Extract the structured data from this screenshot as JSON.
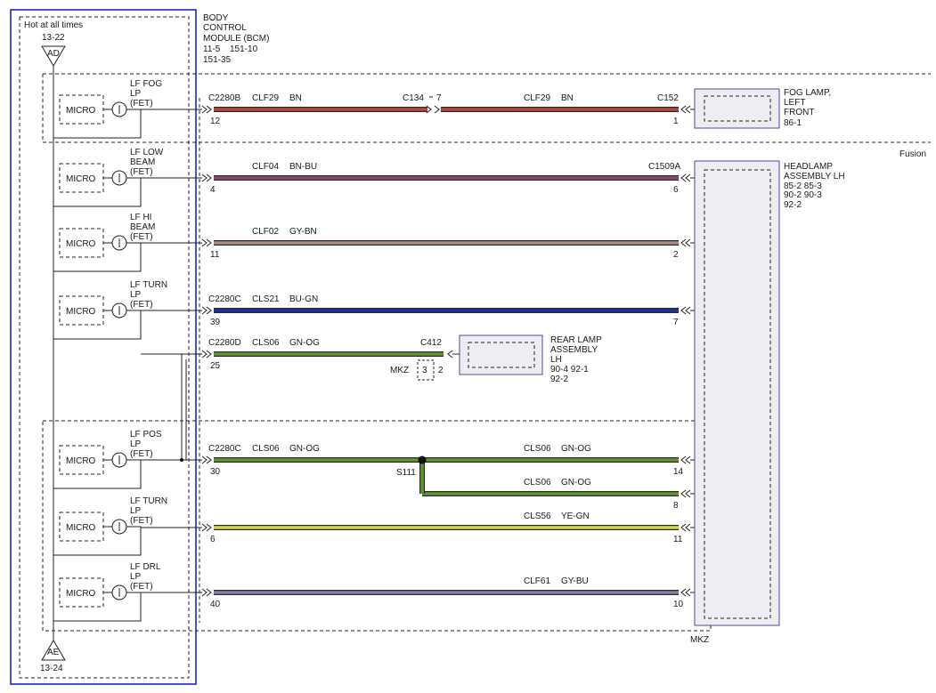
{
  "bcm": {
    "hot_label": "Hot at all times",
    "hot_ref_top": "13-22",
    "hot_ref_bottom": "13-24",
    "connector_top": "AD",
    "connector_bottom": "AE",
    "title_lines": [
      "BODY",
      "CONTROL",
      "MODULE (BCM)"
    ],
    "refs": [
      "11-5",
      "151-10",
      "151-35"
    ],
    "micro": "MICRO"
  },
  "drivers": [
    {
      "lines": [
        "LF FOG",
        "LP",
        "(FET)"
      ]
    },
    {
      "lines": [
        "LF LOW",
        "BEAM",
        "(FET)"
      ]
    },
    {
      "lines": [
        "LF HI",
        "BEAM",
        "(FET)"
      ]
    },
    {
      "lines": [
        "LF TURN",
        "LP",
        "(FET)"
      ]
    },
    {
      "lines": [
        "LF POS",
        "LP",
        "(FET)"
      ]
    },
    {
      "lines": [
        "LF TURN",
        "LP",
        "(FET)"
      ]
    },
    {
      "lines": [
        "LF DRL",
        "LP",
        "(FET)"
      ]
    }
  ],
  "circuits": [
    {
      "conn": "C2280B",
      "pin": "12",
      "code": "CLF29",
      "color_code": "BN",
      "far_conn": "C152",
      "far_pin": "1",
      "inline_conn": "C134",
      "inline_pin": "7",
      "code2": "CLF29",
      "color_code2": "BN",
      "wire_color": "#b5483f"
    },
    {
      "conn": "",
      "pin": "4",
      "code": "CLF04",
      "color_code": "BN-BU",
      "far_conn": "C1509A",
      "far_pin": "6",
      "wire_color": "#8a4a78"
    },
    {
      "conn": "",
      "pin": "11",
      "code": "CLF02",
      "color_code": "GY-BN",
      "far_conn": "",
      "far_pin": "2",
      "wire_color": "#b08a84"
    },
    {
      "conn": "C2280C",
      "pin": "39",
      "code": "CLS21",
      "color_code": "BU-GN",
      "far_conn": "",
      "far_pin": "7",
      "wire_color": "#1f2f9c"
    },
    {
      "conn": "C2280D",
      "pin": "25",
      "code": "CLS06",
      "color_code": "GN-OG",
      "far_conn": "C412",
      "far_pin": "2",
      "wire_color": "#5e9a2a"
    },
    {
      "conn": "C2280C",
      "pin": "30",
      "code": "CLS06",
      "color_code": "GN-OG",
      "far_conn": "",
      "far_pin": "14",
      "code2": "CLS06",
      "color_code2": "GN-OG",
      "wire_color": "#5e9a2a"
    },
    {
      "conn": "",
      "pin": "",
      "code": "CLS06",
      "color_code": "GN-OG",
      "far_conn": "",
      "far_pin": "8",
      "wire_color": "#5e9a2a"
    },
    {
      "conn": "",
      "pin": "6",
      "code": "CLS56",
      "color_code": "YE-GN",
      "far_conn": "",
      "far_pin": "11",
      "wire_color": "#d8d84a"
    },
    {
      "conn": "",
      "pin": "40",
      "code": "CLF61",
      "color_code": "GY-BU",
      "far_conn": "",
      "far_pin": "10",
      "wire_color": "#7f7fa8"
    }
  ],
  "splice": "S111",
  "mkz_pin": {
    "label": "MKZ",
    "pin": "3"
  },
  "components": {
    "fog_lamp": {
      "lines": [
        "FOG LAMP,",
        "LEFT",
        "FRONT"
      ],
      "ref": "86-1"
    },
    "headlamp": {
      "lines": [
        "HEADLAMP",
        "ASSEMBLY LH"
      ],
      "refs": [
        "85-2   85-3",
        "90-2   90-3",
        "92-2"
      ]
    },
    "rear_lamp": {
      "lines": [
        "REAR LAMP",
        "ASSEMBLY",
        "LH"
      ],
      "refs": [
        "90-4   92-1",
        "92-2"
      ]
    }
  },
  "variants": {
    "fusion": "Fusion",
    "mkz": "MKZ"
  }
}
